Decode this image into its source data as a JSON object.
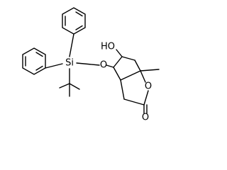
{
  "molecule": {
    "atoms": {
      "silicon": "Si",
      "silyl_ether_oxygen": "O",
      "hydroxyl": "HO",
      "ring_oxygen": "O",
      "carbonyl_oxygen": "O"
    }
  }
}
